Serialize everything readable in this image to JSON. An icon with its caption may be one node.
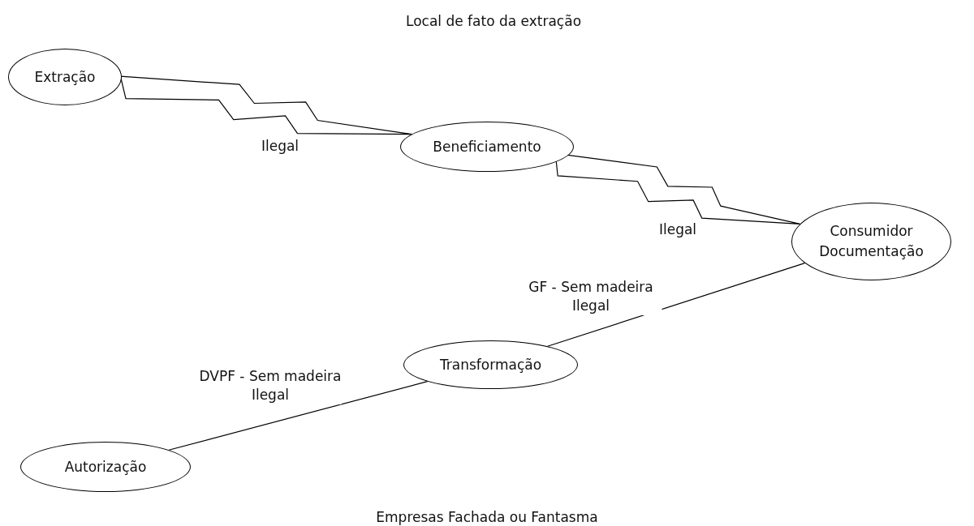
{
  "diagram": {
    "nodes": [
      {
        "text": [
          "Extração"
        ]
      },
      {
        "text": [
          "Beneficiamento"
        ]
      },
      {
        "text": [
          "Consumidor Documentação"
        ]
      },
      {
        "text": [
          "Transformação"
        ]
      },
      {
        "text": [
          "Autorização"
        ]
      }
    ],
    "edges": [
      {
        "from": 0,
        "to": 1,
        "arrow": "to",
        "label": "Ilegal"
      },
      {
        "from": 1,
        "to": 2,
        "arrow": "to",
        "label": "Ilegal"
      },
      {
        "from": 3,
        "to": 2,
        "arrow": "none",
        "label": "GF - Sem madeira Ilegal"
      },
      {
        "from": 4,
        "to": 3,
        "arrow": "none",
        "label": "DVPF - Sem madeira Ilegal"
      }
    ],
    "labels": [
      "Local de fato da extração",
      "Empresas Fachada ou Fantasma"
    ]
  }
}
